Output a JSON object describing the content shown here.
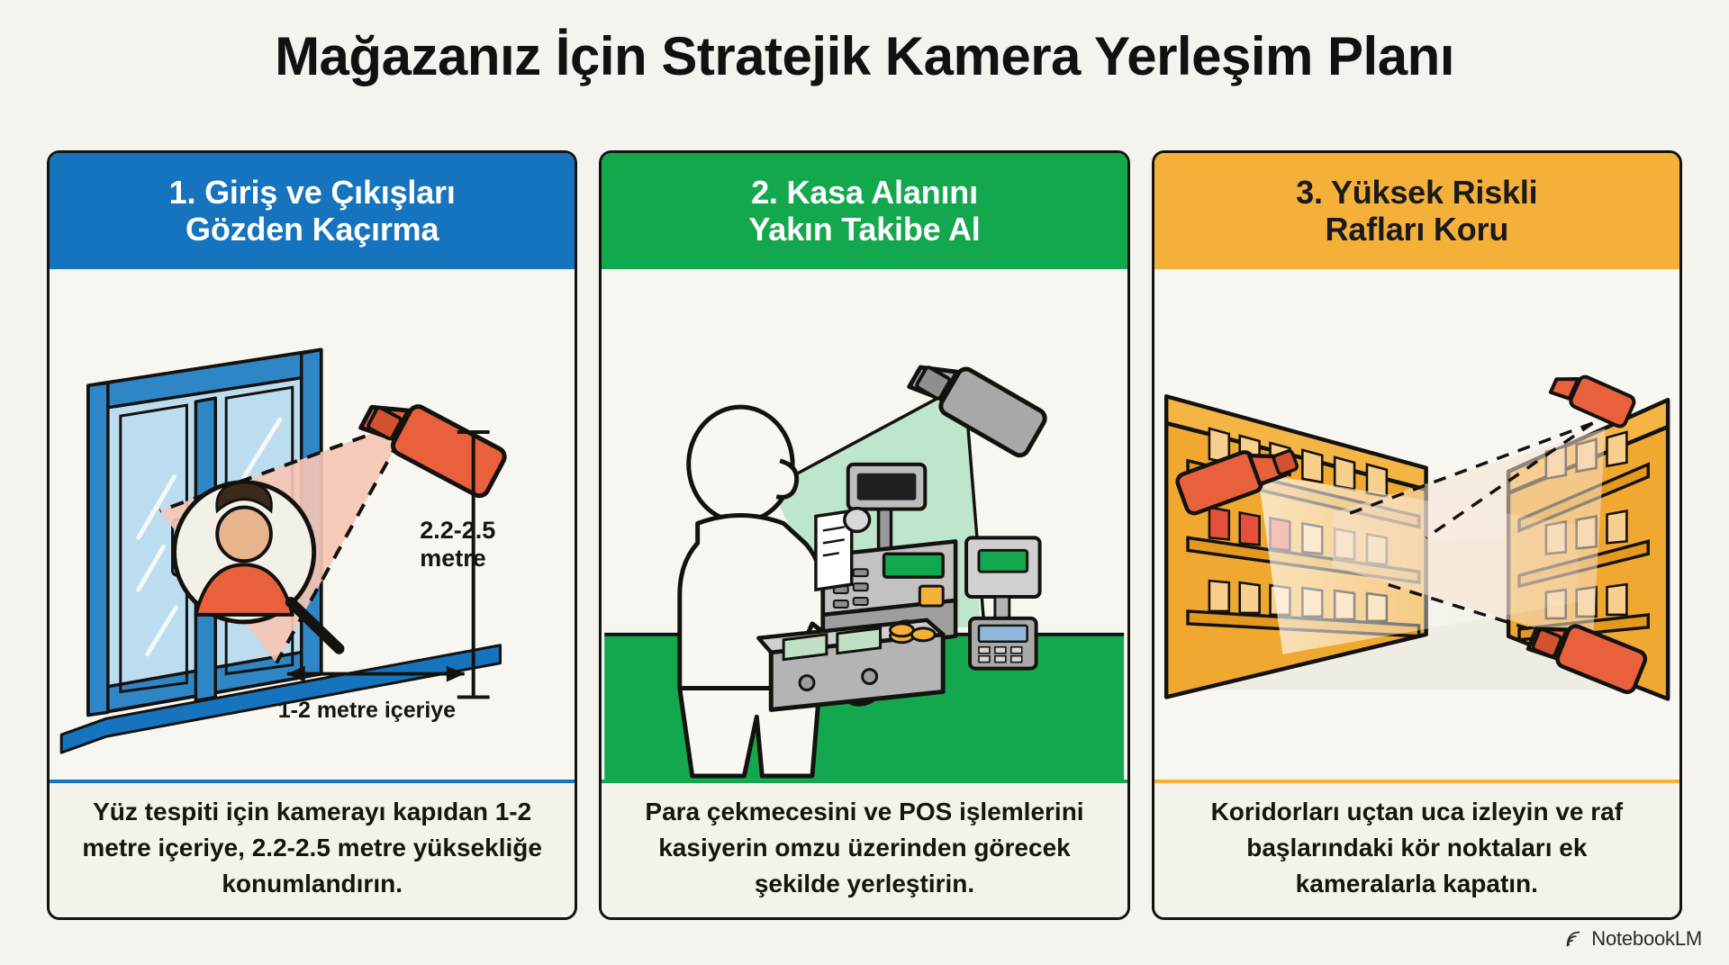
{
  "title": "Mağazanız İçin Stratejik Kamera Yerleşim Planı",
  "watermark": {
    "label": "NotebookLM",
    "icon": "notebooklm-logo-icon"
  },
  "colors": {
    "background": "#f4f3ee",
    "panel_background": "#faf9f4",
    "outline": "#14120f",
    "blue": "#1574bd",
    "green": "#14a84e",
    "amber": "#f5b03a",
    "camera_orange": "#e8603c",
    "camera_gray": "#a8a8a8",
    "cone_pink": "#f5c5b4",
    "cone_green": "#b9e3ca",
    "glass_blue": "#bcdcf0",
    "shelf_orange": "#f0a830",
    "box_red": "#e4503a"
  },
  "panels": [
    {
      "id": "entrances",
      "number": "1.",
      "header": "1. Giriş ve Çıkışları\nGözden Kaçırma",
      "header_line1": "1. Giriş ve Çıkışları",
      "header_line2": "Gözden Kaçırma",
      "accent": "#1574bd",
      "annotations": {
        "height_label_line1": "2.2-2.5",
        "height_label_line2": "metre",
        "distance_label": "1-2 metre içeriye"
      },
      "caption": "Yüz tespiti için kamerayı kapıdan 1-2 metre içeriye, 2.2-2.5 metre yüksekliğe konumlandırın."
    },
    {
      "id": "checkout",
      "number": "2.",
      "header": "2. Kasa Alanını\nYakın Takibe Al",
      "header_line1": "2. Kasa Alanını",
      "header_line2": "Yakın Takibe Al",
      "accent": "#14a84e",
      "annotations": {},
      "caption": "Para çekmecesini ve POS işlemlerini kasiyerin omzu üzerinden görecek şekilde yerleştirin."
    },
    {
      "id": "high-risk-shelves",
      "number": "3.",
      "header": "3. Yüksek Riskli\nRafları Koru",
      "header_line1": "3. Yüksek Riskli",
      "header_line2": "Rafları Koru",
      "accent": "#f5b03a",
      "annotations": {},
      "caption": "Koridorları uçtan uca izleyin ve raf başlarındaki kör noktaları ek kameralarla kapatın."
    }
  ]
}
